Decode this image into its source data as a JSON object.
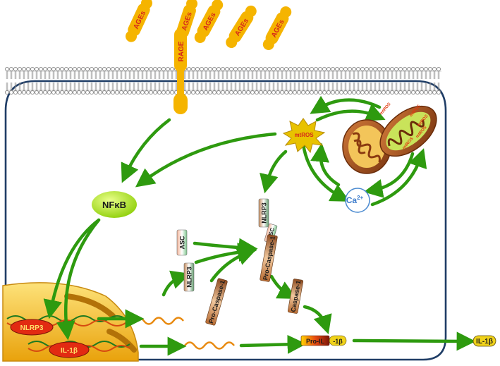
{
  "labels": {
    "ages": [
      "AGEs",
      "AGEs",
      "AGEs",
      "AGEs",
      "AGEs"
    ],
    "rage": "RAGE",
    "nfkb": "NFκB",
    "mtros": "mtROS",
    "ca": "Ca",
    "ca_sup": "2+",
    "asc": "ASC",
    "nlrp3_protein": "NLRP3",
    "pro_caspase_left": "Pro-Caspase-1",
    "complex_nlrp3": "NLRP3",
    "complex_asc": "ASC",
    "complex_pro_caspase": "Pro-Caspase-1",
    "caspase": "Caspase-1",
    "pro_il_left": "Pro-IL",
    "pro_il_right": "-1β",
    "il_out": "IL-1β",
    "gene_nlrp3": "NLRP3",
    "gene_il1b": "IL-1β",
    "mito_tag": "mtROS"
  },
  "colors": {
    "arrow": "#2e9a0f",
    "membrane": "#8a8a8a",
    "cell_border": "#1f3d66",
    "ages": "#f5b400",
    "nfkb": "#aee51c",
    "nucleus": "#f6c12a",
    "gene_oval": "#e22b12",
    "mito": "#b0561a"
  }
}
